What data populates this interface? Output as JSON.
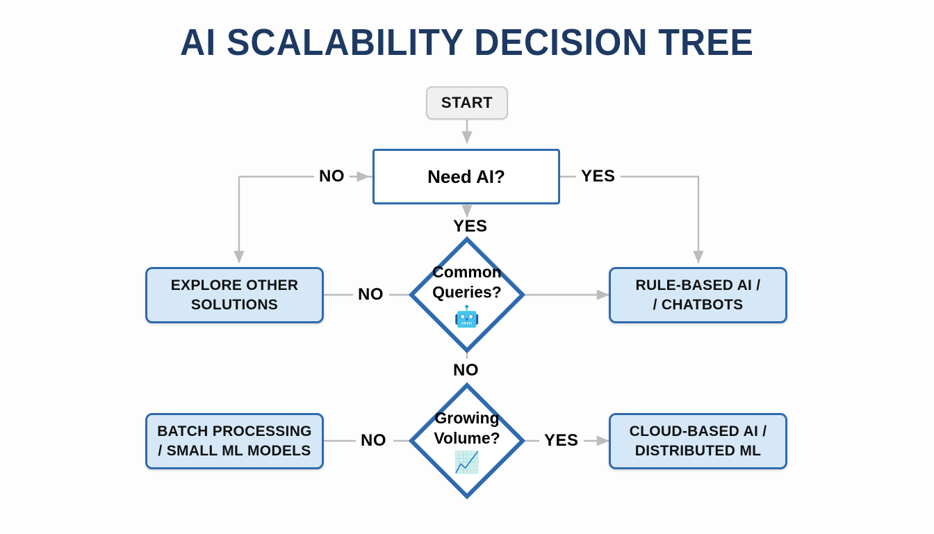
{
  "title": "AI SCALABILITY DECISION TREE",
  "colors": {
    "title": "#1e3a63",
    "node_border": "#2f6aad",
    "outcome_fill": "#d6e8f7",
    "start_fill": "#f0f0f0",
    "connector": "#bcbcbc",
    "background": "#fdfdfd"
  },
  "nodes": {
    "start": {
      "label": "START",
      "type": "terminator"
    },
    "need_ai": {
      "label": "Need AI?",
      "type": "decision-rect"
    },
    "common_queries": {
      "line1": "Common",
      "line2": "Queries?",
      "emoji": "🤖",
      "icon_name": "robot-icon",
      "type": "decision-diamond"
    },
    "growing_volume": {
      "line1": "Growing",
      "line2": "Volume?",
      "emoji": "📈",
      "icon_name": "chart-increasing-icon",
      "type": "decision-diamond"
    },
    "explore_other": {
      "line1": "EXPLORE OTHER",
      "line2": "SOLUTIONS",
      "type": "outcome"
    },
    "rule_based": {
      "line1": "RULE-BASED AI /",
      "line2": "/ CHATBOTS",
      "type": "outcome"
    },
    "batch_processing": {
      "line1": "BATCH PROCESSING",
      "line2": "/ SMALL ML MODELS",
      "type": "outcome"
    },
    "cloud_based": {
      "line1": "CLOUD-BASED AI /",
      "line2": "DISTRIBUTED ML",
      "type": "outcome"
    }
  },
  "edge_labels": {
    "need_ai_no": "NO",
    "need_ai_yes_right": "YES",
    "need_ai_yes_down": "YES",
    "common_queries_no_left": "NO",
    "common_queries_no_down": "NO",
    "growing_volume_no": "NO",
    "growing_volume_yes": "YES"
  },
  "chart_data": {
    "type": "flowchart",
    "title": "AI SCALABILITY DECISION TREE",
    "nodes": [
      {
        "id": "start",
        "label": "START",
        "shape": "rounded-rect",
        "fill": "#f0f0f0"
      },
      {
        "id": "need_ai",
        "label": "Need AI?",
        "shape": "rect",
        "fill": "#ffffff"
      },
      {
        "id": "explore_other",
        "label": "EXPLORE OTHER SOLUTIONS",
        "shape": "rounded-rect",
        "fill": "#d6e8f7"
      },
      {
        "id": "common_queries",
        "label": "Common Queries?",
        "shape": "diamond",
        "fill": "#ffffff"
      },
      {
        "id": "rule_based",
        "label": "RULE-BASED AI / / CHATBOTS",
        "shape": "rounded-rect",
        "fill": "#d6e8f7"
      },
      {
        "id": "growing_volume",
        "label": "Growing Volume?",
        "shape": "diamond",
        "fill": "#ffffff"
      },
      {
        "id": "batch_processing",
        "label": "BATCH PROCESSING / SMALL ML MODELS",
        "shape": "rounded-rect",
        "fill": "#d6e8f7"
      },
      {
        "id": "cloud_based",
        "label": "CLOUD-BASED AI / DISTRIBUTED ML",
        "shape": "rounded-rect",
        "fill": "#d6e8f7"
      }
    ],
    "edges": [
      {
        "from": "start",
        "to": "need_ai",
        "label": ""
      },
      {
        "from": "need_ai",
        "to": "explore_other",
        "label": "NO"
      },
      {
        "from": "need_ai",
        "to": "rule_based",
        "label": "YES"
      },
      {
        "from": "need_ai",
        "to": "common_queries",
        "label": "YES"
      },
      {
        "from": "common_queries",
        "to": "explore_other",
        "label": "NO"
      },
      {
        "from": "common_queries",
        "to": "rule_based",
        "label": ""
      },
      {
        "from": "common_queries",
        "to": "growing_volume",
        "label": "NO"
      },
      {
        "from": "growing_volume",
        "to": "batch_processing",
        "label": "NO"
      },
      {
        "from": "growing_volume",
        "to": "cloud_based",
        "label": "YES"
      }
    ]
  }
}
